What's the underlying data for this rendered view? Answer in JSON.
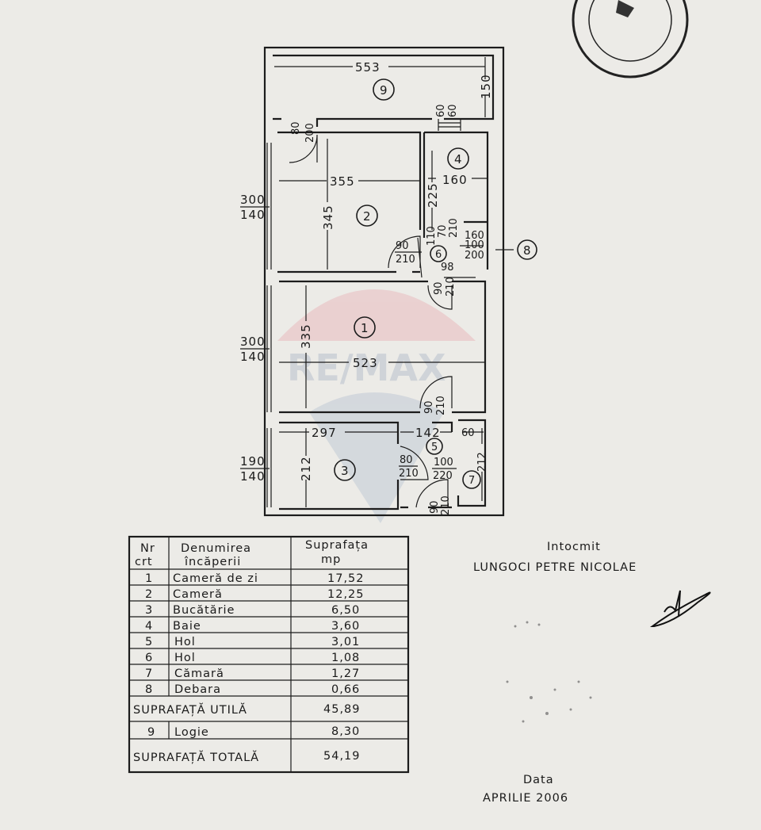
{
  "plan": {
    "rooms": {
      "r1": "1",
      "r2": "2",
      "r3": "3",
      "r4": "4",
      "r5": "5",
      "r6": "6",
      "r7": "7",
      "r8": "8",
      "r9": "9"
    },
    "dims": {
      "logia_w": "553",
      "logia_h": "150",
      "win_logia_a": "60",
      "win_logia_b": "60",
      "door9_a": "80",
      "door9_b": "200",
      "r2_w": "355",
      "r2_h": "345",
      "r4_w": "160",
      "r4_h": "225",
      "win2_a": "300",
      "win2_b": "140",
      "win1_a": "300",
      "win1_b": "140",
      "win3_a": "190",
      "win3_b": "140",
      "door2_a": "90",
      "door2_b": "210",
      "door4_a": "70",
      "door4_b": "210",
      "d110": "110",
      "r8_a": "160",
      "r8_b": "100",
      "r8_c": "200",
      "r6_w": "98",
      "door1b_a": "90",
      "door1b_b": "210",
      "r1_h": "335",
      "r1_w": "523",
      "door1_a": "90",
      "door1_b": "210",
      "r3_w": "297",
      "r5_w": "142",
      "r7_w": "60",
      "r3_h": "212",
      "r7_h": "212",
      "door3_a": "80",
      "door3_b": "210",
      "door_ent_a": "100",
      "door_ent_b": "220",
      "door7_a": "90",
      "door7_b": "210"
    }
  },
  "table": {
    "headers": {
      "nr_1": "Nr",
      "nr_2": "crt",
      "name_1": "Denumirea",
      "name_2": "încăperii",
      "area_1": "Suprafața",
      "area_2": "mp"
    },
    "rows": [
      {
        "nr": "1",
        "name": "Cameră de zi",
        "area": "17,52"
      },
      {
        "nr": "2",
        "name": "Cameră",
        "area": "12,25"
      },
      {
        "nr": "3",
        "name": "Bucătărie",
        "area": "6,50"
      },
      {
        "nr": "4",
        "name": "Baie",
        "area": "3,60"
      },
      {
        "nr": "5",
        "name": "Hol",
        "area": "3,01"
      },
      {
        "nr": "6",
        "name": "Hol",
        "area": "1,08"
      },
      {
        "nr": "7",
        "name": "Cămară",
        "area": "1,27"
      },
      {
        "nr": "8",
        "name": "Debara",
        "area": "0,66"
      }
    ],
    "util_label": "SUPRAFAȚĂ UTILĂ",
    "util_value": "45,89",
    "logia": {
      "nr": "9",
      "name": "Logie",
      "area": "8,30"
    },
    "total_label": "SUPRAFAȚĂ TOTALĂ",
    "total_value": "54,19"
  },
  "author": {
    "label": "Intocmit",
    "name": "LUNGOCI PETRE NICOLAE"
  },
  "date": {
    "label": "Data",
    "value": "APRILIE 2006"
  },
  "watermark": "RE/MAX",
  "colors": {
    "paper": "#ecebe7",
    "ink": "#1c1c1c",
    "watermark_red": "#e8a0a8",
    "watermark_blue": "#a9b7cc"
  }
}
